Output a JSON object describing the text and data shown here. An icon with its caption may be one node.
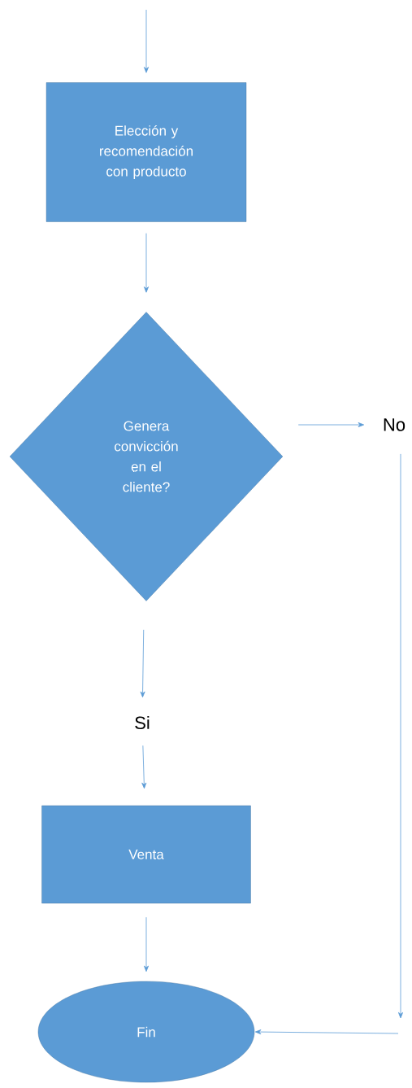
{
  "diagram": {
    "nodes": [
      {
        "text": [
          "Elección y recomendación con producto"
        ]
      },
      {
        "text": [
          "Genera convicción en el cliente?"
        ]
      },
      {
        "text": [
          "No"
        ]
      },
      {
        "text": [
          "Si"
        ]
      },
      {
        "text": [
          "Venta"
        ]
      },
      {
        "text": [
          "Fin"
        ]
      }
    ],
    "edges": [
      {
        "from": null,
        "to": 0,
        "arrow": "to"
      },
      {
        "from": 0,
        "to": 1,
        "arrow": "to"
      },
      {
        "from": 1,
        "to": 2,
        "arrow": "to"
      },
      {
        "from": 1,
        "to": 3,
        "arrow": "to"
      },
      {
        "from": 3,
        "to": 4,
        "arrow": "to"
      },
      {
        "from": 4,
        "to": 5,
        "arrow": "to"
      },
      {
        "from": 2,
        "to": null,
        "arrow": "to"
      },
      {
        "from": null,
        "to": 5,
        "arrow": "to"
      }
    ]
  }
}
